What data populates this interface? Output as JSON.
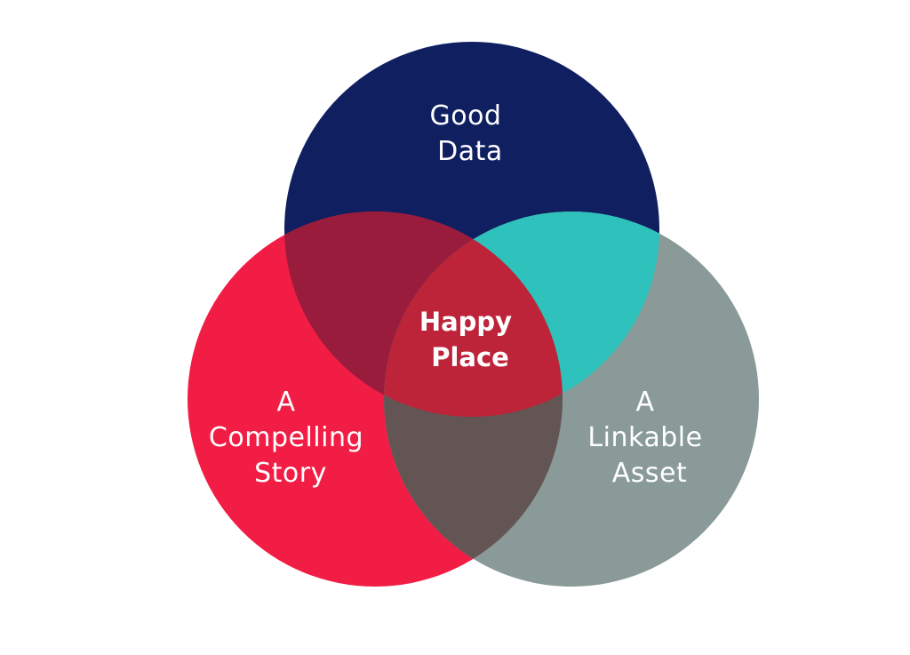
{
  "sets": [
    {
      "id": "data",
      "lines": [
        "Good",
        "Data"
      ],
      "color": "#0f1f60"
    },
    {
      "id": "story",
      "lines": [
        "A",
        "Compelling",
        "Story"
      ],
      "color": "#f21d45"
    },
    {
      "id": "asset",
      "lines": [
        "A",
        "Linkable",
        "Asset"
      ],
      "color": "#899a98"
    }
  ],
  "intersections": {
    "data_story": {
      "color": "#9a1c3d"
    },
    "data_asset": {
      "color": "#2fc1bb"
    },
    "story_asset": {
      "color": "#645555"
    },
    "all": {
      "lines": [
        "Happy",
        "Place"
      ],
      "color": "#bd2439"
    }
  }
}
